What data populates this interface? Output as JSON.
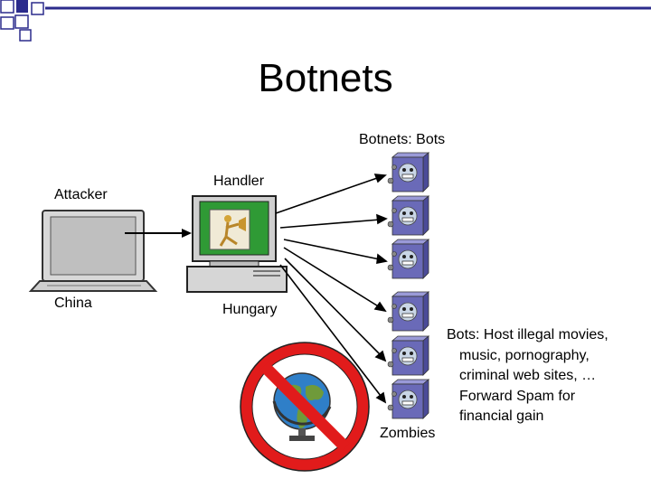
{
  "slide": {
    "title": "Botnets",
    "subtitle": "Botnets: Bots",
    "labels": {
      "attacker": "Attacker",
      "china": "China",
      "handler": "Handler",
      "hungary": "Hungary",
      "zombies": "Zombies"
    },
    "description": [
      "Bots: Host illegal movies,",
      "music, pornography,",
      "criminal web sites, …",
      "Forward Spam for",
      "financial gain"
    ]
  },
  "colors": {
    "corner_squares": "#2b2b8c",
    "title_rule": "#2b2b8c",
    "no_sign": "#e11b1b",
    "bot_cube": "#6a6ab8",
    "monitor_green": "#2f9a35",
    "globe_ocean": "#2f7fc8",
    "globe_land": "#6f9a3a"
  }
}
